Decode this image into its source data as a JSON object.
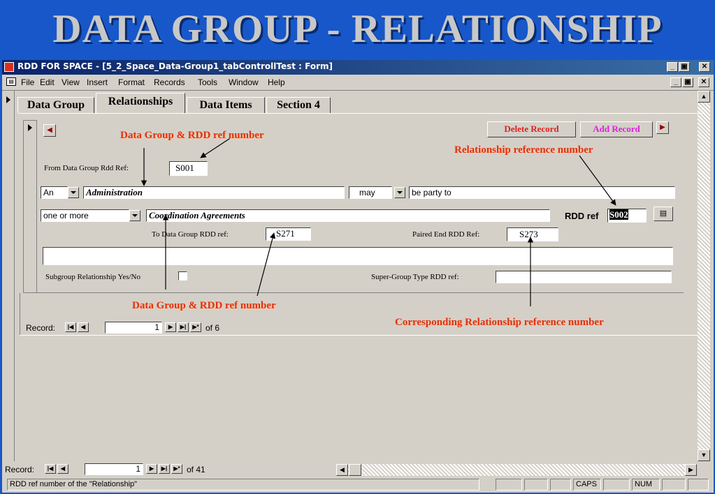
{
  "slide_title": "DATA GROUP - RELATIONSHIP",
  "window": {
    "title": "RDD FOR SPACE - [5_2_Space_Data-Group1_tabControllTest : Form]",
    "controls": [
      "_",
      "▣",
      "✕"
    ]
  },
  "menu": [
    "File",
    "Edit",
    "View",
    "Insert",
    "Format",
    "Records",
    "Tools",
    "Window",
    "Help"
  ],
  "tabs": [
    "Data Group",
    "Relationships",
    "Data Items",
    "Section 4"
  ],
  "active_tab": "Relationships",
  "form": {
    "delete_label": "Delete Record",
    "add_label": "Add Record",
    "from_label": "From Data Group Rdd Ref:",
    "from_value": "S001",
    "article": "An",
    "subject": "Administration",
    "modal": "may",
    "verb": "be party to",
    "cardinality": "one or more",
    "object": "Coordination Agreements",
    "rdd_ref_label": "RDD ref",
    "rdd_ref_value": "S002",
    "to_label": "To Data Group RDD ref:",
    "to_value": "S271",
    "paired_label": "Paired End RDD Ref:",
    "paired_value": "S273",
    "description": "",
    "subgroup_label": "Subgroup Relationship Yes/No",
    "supergroup_label": "Super-Group Type RDD ref:",
    "supergroup_value": ""
  },
  "annotations": {
    "top_left": "Data Group & RDD ref number",
    "top_right": "Relationship reference number",
    "bottom_left": "Data Group & RDD  ref number",
    "bottom_right": "Corresponding Relationship reference number"
  },
  "subform_nav": {
    "label": "Record:",
    "current": "1",
    "of_text": "of 6"
  },
  "main_nav": {
    "label": "Record:",
    "current": "1",
    "of_text": "of 41"
  },
  "status": {
    "text": "RDD ref number of the \"Relationship\"",
    "caps": "CAPS",
    "num": "NUM"
  },
  "colors": {
    "slide_bg": "#1757c9",
    "annotation": "#e03010",
    "delete": "#e02020",
    "add": "#e020e0"
  }
}
